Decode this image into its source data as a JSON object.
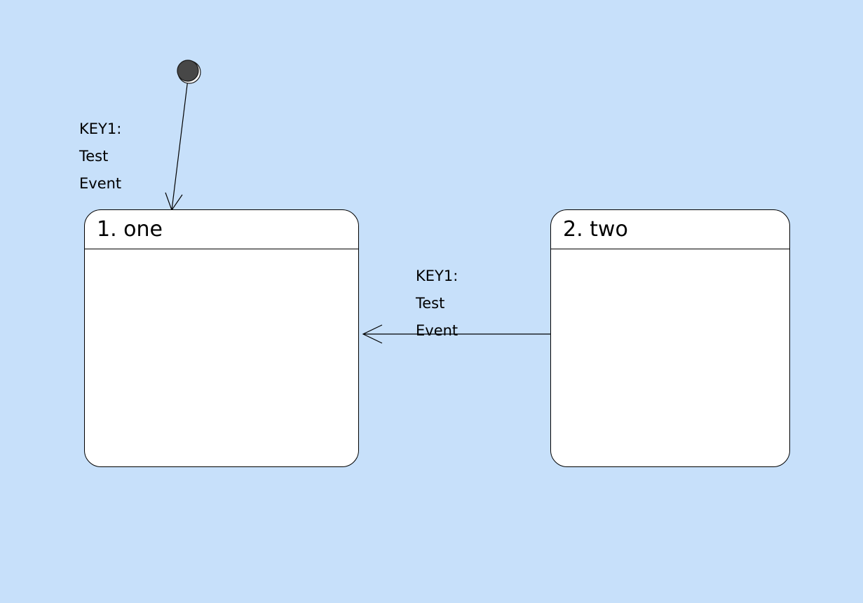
{
  "states": [
    {
      "id": "one",
      "title": "1. one"
    },
    {
      "id": "two",
      "title": "2. two"
    }
  ],
  "transitions": [
    {
      "from": "initial",
      "to": "one",
      "label": [
        "KEY1:",
        "Test",
        "Event"
      ]
    },
    {
      "from": "two",
      "to": "one",
      "label": [
        "KEY1:",
        "Test",
        "Event"
      ]
    }
  ],
  "colors": {
    "background": "#c7e0fa",
    "state_fill": "#ffffff",
    "stroke": "#000000",
    "initial_node": "#474747"
  }
}
